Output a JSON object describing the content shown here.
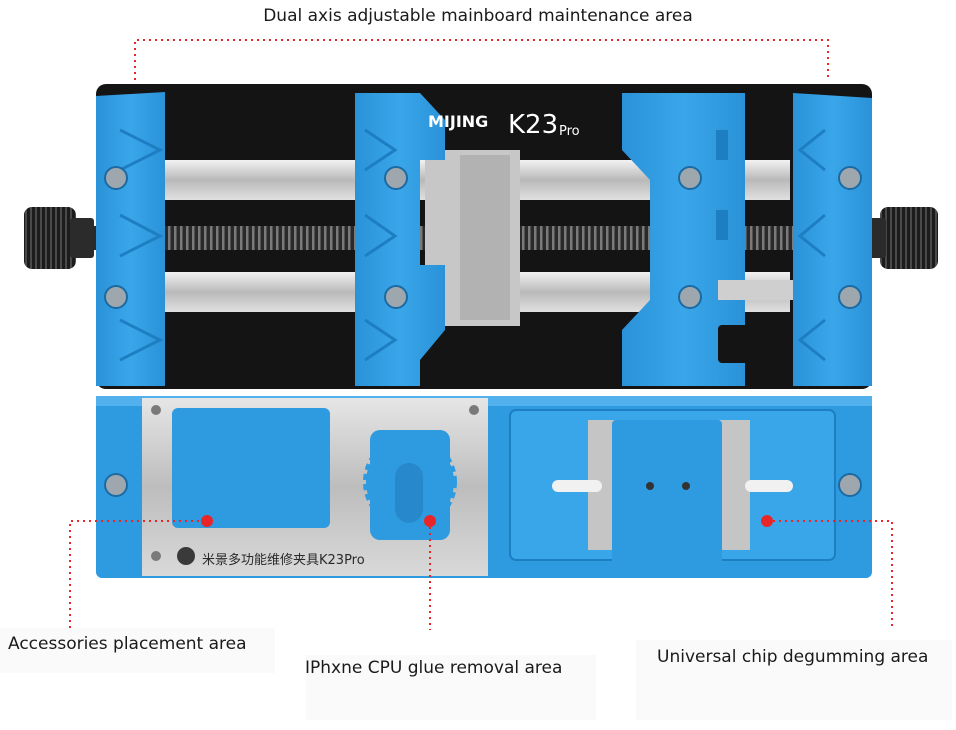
{
  "labels": {
    "top": "Dual axis adjustable mainboard maintenance area",
    "accessories": "Accessories placement area",
    "cpu_glue": "IPhxne CPU glue removal area",
    "chip": "Universal chip degumming area"
  },
  "product": {
    "brand": "MIJING",
    "model": "K23",
    "model_suffix": "Pro",
    "plate_text": "米景多功能维修夹具K23Pro"
  },
  "colors": {
    "blue": "#2e9be0",
    "blue_dark": "#1d7fc2",
    "black": "#141414",
    "steel": "#c8c8c8",
    "marker_red": "#e8262a"
  }
}
